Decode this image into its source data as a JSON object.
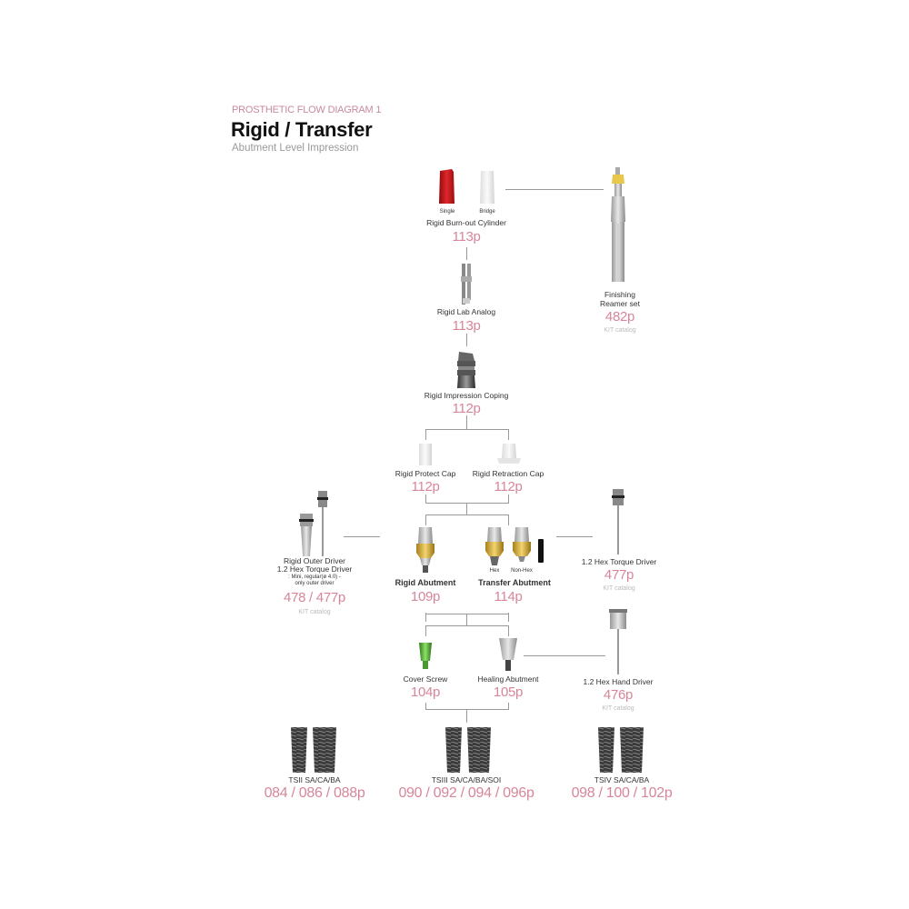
{
  "header": {
    "kicker": "PROSTHETIC FLOW DIAGRAM 1",
    "title": "Rigid / Transfer",
    "subtitle": "Abutment Level Impression"
  },
  "colors": {
    "accent_pink": "#d7869a",
    "kicker_pink": "#c98a9a",
    "connector_gray": "#999999",
    "muted_gray": "#bbbbbb"
  },
  "nodes": {
    "burnout": {
      "variants": [
        "Single",
        "Bridge"
      ],
      "label": "Rigid Burn-out Cylinder",
      "page": "113p"
    },
    "reamer": {
      "label_line1": "Finishing",
      "label_line2": "Reamer set",
      "page": "482p",
      "note": "KIT catalog"
    },
    "lab_analog": {
      "label": "Rigid Lab Analog",
      "page": "113p"
    },
    "impression_coping": {
      "label": "Rigid Impression Coping",
      "page": "112p"
    },
    "protect_cap": {
      "label": "Rigid Protect Cap",
      "page": "112p"
    },
    "retraction_cap": {
      "label": "Rigid Retraction Cap",
      "page": "112p"
    },
    "outer_driver": {
      "label_line1": "Rigid Outer Driver",
      "label_line2": "1.2 Hex Torque Driver",
      "note_line1": ": Mini, regular(ø 4.0) -",
      "note_line2": "only outer driver",
      "page": "478 / 477p",
      "kit": "KIT catalog"
    },
    "rigid_abutment": {
      "label": "Rigid Abutment",
      "page": "109p"
    },
    "transfer_abutment": {
      "variants": [
        "Hex",
        "Non-Hex"
      ],
      "label": "Transfer Abutment",
      "page": "114p"
    },
    "torque_driver": {
      "label": "1.2 Hex Torque Driver",
      "page": "477p",
      "kit": "KIT catalog"
    },
    "cover_screw": {
      "label": "Cover Screw",
      "page": "104p"
    },
    "healing_abutment": {
      "label": "Healing Abutment",
      "page": "105p"
    },
    "hand_driver": {
      "label": "1.2 Hex Hand Driver",
      "page": "476p",
      "kit": "KIT catalog"
    },
    "tsii": {
      "label": "TSII SA/CA/BA",
      "page": "084 / 086 / 088p"
    },
    "tsiii": {
      "label": "TSIII SA/CA/BA/SOI",
      "page": "090 / 092 / 094 / 096p"
    },
    "tsiv": {
      "label": "TSIV SA/CA/BA",
      "page": "098 / 100 / 102p"
    }
  }
}
